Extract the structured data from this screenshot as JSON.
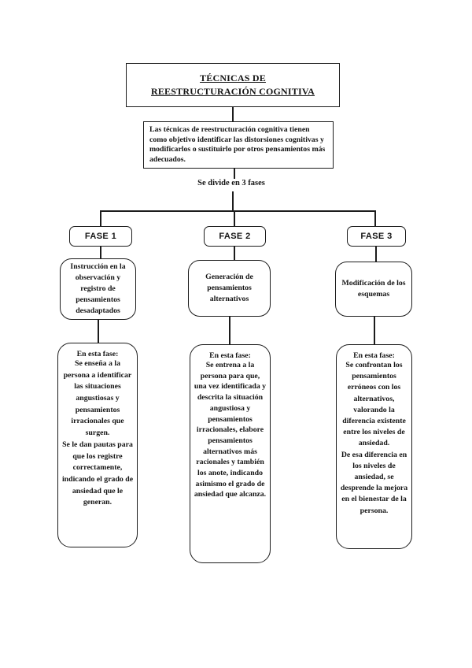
{
  "title": "TÉCNICAS DE REESTRUCTURACIÓN COGNITIVA",
  "description": "Las técnicas de reestructuración cognitiva tienen como objetivo identificar las distorsiones cognitivas y modificarlos o sustituirlo por otros pensamientos más adecuados.",
  "divider_label": "Se divide en 3 fases",
  "phases": [
    {
      "label": "FASE 1",
      "summary": "Instrucción en la observación y registro de pensamientos desadaptados",
      "detail_heading": "En esta fase:",
      "detail": "Se enseña a la persona a identificar las situaciones angustiosas y pensamientos irracionales que surgen.\nSe le dan pautas para que los registre correctamente, indicando el grado de ansiedad que le generan."
    },
    {
      "label": "FASE 2",
      "summary": "Generación de pensamientos alternativos",
      "detail_heading": "En esta fase:",
      "detail": "Se entrena a la persona para que, una vez identificada y descrita la situación angustiosa y pensamientos irracionales, elabore pensamientos alternativos más racionales y también los anote, indicando asimismo el grado de ansiedad que alcanza."
    },
    {
      "label": "FASE 3",
      "summary": "Modificación de los esquemas",
      "detail_heading": "En esta fase:",
      "detail": "Se confrontan los pensamientos erróneos con los alternativos, valorando la diferencia existente entre los niveles de ansiedad.\nDe esa diferencia en los niveles de ansiedad, se desprende la mejora en el bienestar de la persona."
    }
  ],
  "colors": {
    "line": "#1c1c1c",
    "background": "#ffffff",
    "text": "#141414"
  }
}
